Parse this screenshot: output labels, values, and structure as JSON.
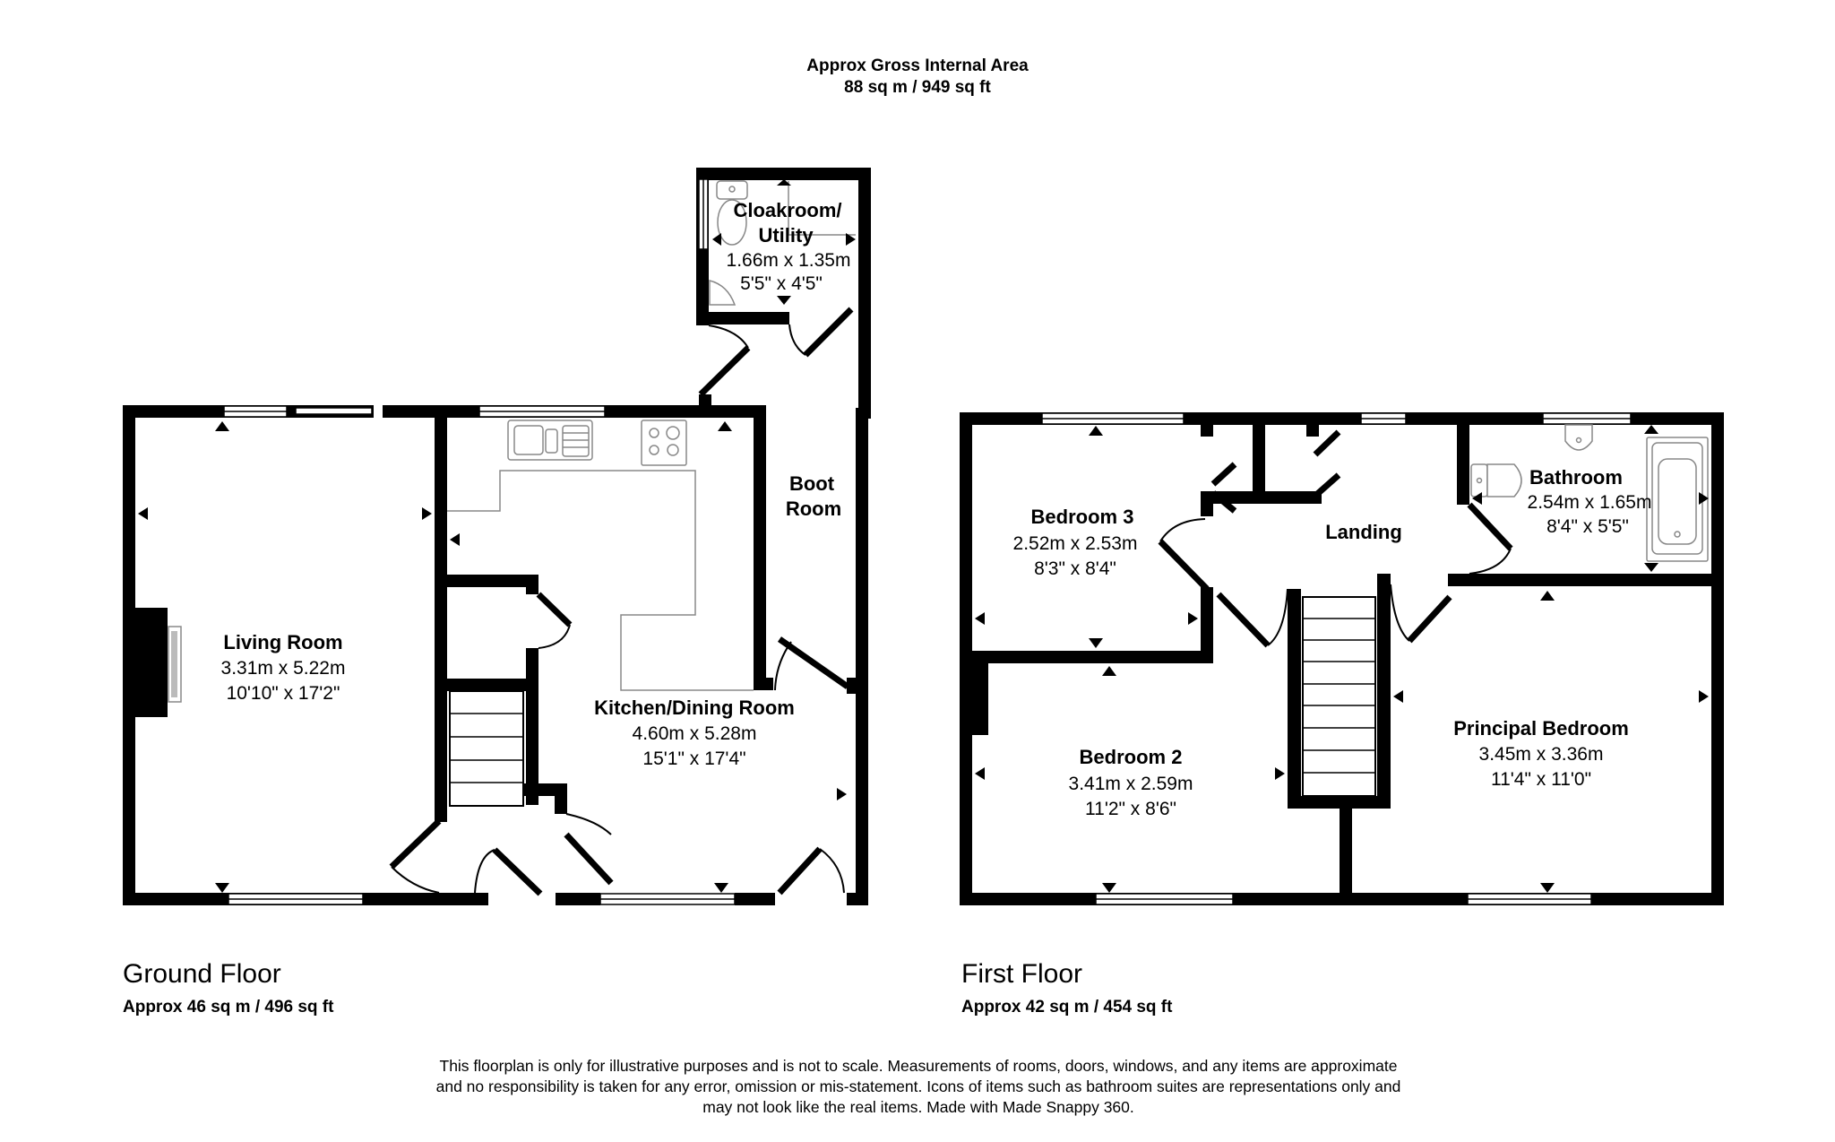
{
  "header": {
    "title": "Approx Gross Internal Area",
    "total_area": "88 sq m / 949 sq ft"
  },
  "floors": [
    {
      "name": "Ground Floor",
      "area": "Approx 46 sq m / 496 sq ft",
      "rooms": [
        {
          "name": "Living Room",
          "metric": "3.31m x 5.22m",
          "imperial": "10'10\" x 17'2\""
        },
        {
          "name": "Kitchen/Dining Room",
          "metric": "4.60m x 5.28m",
          "imperial": "15'1\" x 17'4\""
        },
        {
          "name_line1": "Boot",
          "name_line2": "Room"
        },
        {
          "name_line1": "Cloakroom/",
          "name_line2": "Utility",
          "metric": "1.66m x 1.35m",
          "imperial": "5'5\" x 4'5\""
        }
      ]
    },
    {
      "name": "First Floor",
      "area": "Approx 42 sq m / 454 sq ft",
      "rooms": [
        {
          "name": "Bedroom 3",
          "metric": "2.52m x 2.53m",
          "imperial": "8'3\" x 8'4\""
        },
        {
          "name": "Landing"
        },
        {
          "name": "Bathroom",
          "metric": "2.54m x 1.65m",
          "imperial": "8'4\" x 5'5\""
        },
        {
          "name": "Bedroom 2",
          "metric": "3.41m x 2.59m",
          "imperial": "11'2\" x 8'6\""
        },
        {
          "name": "Principal Bedroom",
          "metric": "3.45m x 3.36m",
          "imperial": "11'4\" x 11'0\""
        }
      ]
    }
  ],
  "disclaimer": {
    "line1": "This floorplan is only for illustrative purposes and is not to scale. Measurements of rooms, doors, windows, and any items are approximate",
    "line2": "and no responsibility is taken for any error, omission or mis-statement. Icons of items such as bathroom suites are representations only and",
    "line3": "may not look like the real items. Made with Made Snappy 360."
  },
  "colors": {
    "wall": "#000000",
    "fixture": "#888888",
    "background": "#ffffff"
  }
}
